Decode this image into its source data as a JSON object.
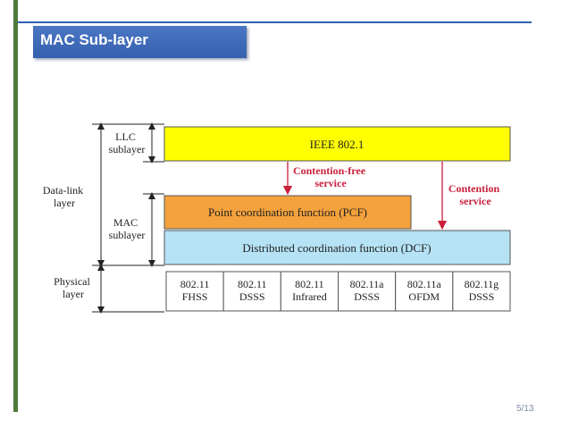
{
  "slide": {
    "title": "MAC Sub-layer",
    "page_number": "5/13"
  },
  "diagram": {
    "left_labels": {
      "data_link": [
        "Data-link",
        "layer"
      ],
      "llc": [
        "LLC",
        "sublayer"
      ],
      "mac": [
        "MAC",
        "sublayer"
      ],
      "physical": [
        "Physical",
        "layer"
      ]
    },
    "boxes": {
      "ieee": "IEEE 802.1",
      "pcf": "Point coordination function (PCF)",
      "dcf": "Distributed coordination function (DCF)"
    },
    "arrows": {
      "contention_free": [
        "Contention-free",
        "service"
      ],
      "contention": [
        "Contention",
        "service"
      ]
    },
    "physical_cells": [
      [
        "802.11",
        "FHSS"
      ],
      [
        "802.11",
        "DSSS"
      ],
      [
        "802.11",
        "Infrared"
      ],
      [
        "802.11a",
        "DSSS"
      ],
      [
        "802.11a",
        "OFDM"
      ],
      [
        "802.11g",
        "DSSS"
      ]
    ],
    "colors": {
      "ieee_fill": "#ffff00",
      "pcf_fill": "#f4a23d",
      "dcf_fill": "#b5e2f5",
      "arrow_red": "#c8203c"
    }
  }
}
